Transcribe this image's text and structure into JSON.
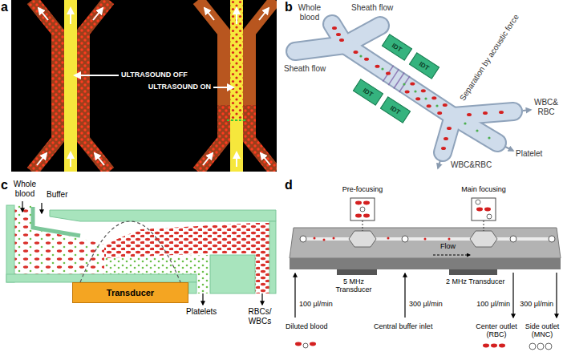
{
  "diagram": {
    "nodes": [
      {
        "text": [
          "IDT"
        ]
      },
      {
        "text": [
          "IDT"
        ]
      },
      {
        "text": [
          "IDT"
        ]
      },
      {
        "text": [
          "IDT"
        ]
      },
      {
        "text": [
          "Transducer"
        ]
      }
    ],
    "labels": [
      "a",
      "ULTRASOUND OFF",
      "ULTRASOUND ON",
      "b",
      "Whole blood",
      "Sheath flow",
      "Sheath flow",
      "Separation by acoustic force",
      "WBC& RBC",
      "Platelet",
      "WBC&RBC",
      "c",
      "Whole blood",
      "Buffer",
      "Platelets",
      "RBCs/ WBCs",
      "d",
      "Pre-focusing",
      "Main focusing",
      "Flow",
      "100 μl/min",
      "5 MHz Transducer",
      "300 μl/min",
      "2 MHz Transducer",
      "Diluted blood",
      "Central buffer inlet",
      "100 μl/min",
      "Center outlet (RBC)",
      "300 μl/min",
      "Side outlet (MNC)"
    ]
  }
}
